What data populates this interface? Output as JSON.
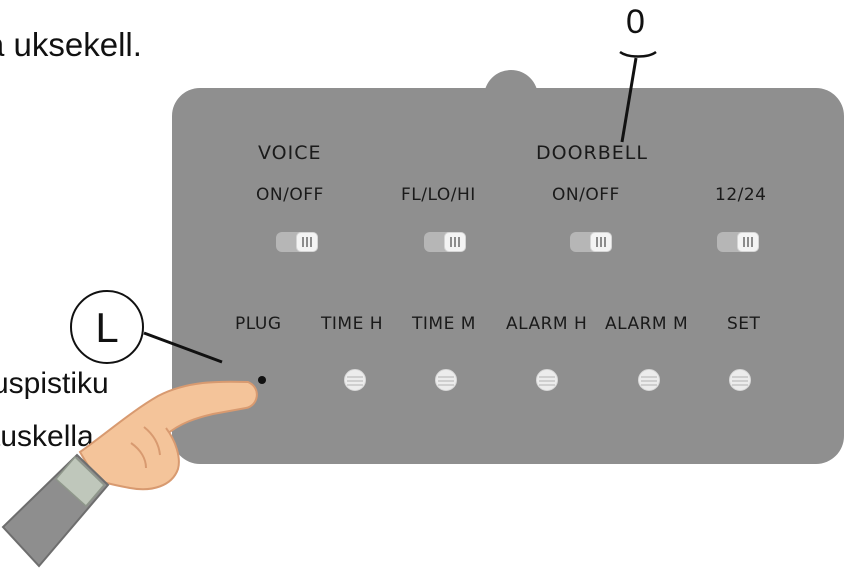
{
  "labels": {
    "top_left_text": "a uksekell.",
    "left_text_1": "uspistiku",
    "left_text_2": "tuskella"
  },
  "device": {
    "group_labels": {
      "voice": "VOICE",
      "doorbell": "DOORBELL"
    },
    "switches": [
      {
        "label": "ON/OFF"
      },
      {
        "label": "FL/LO/HI"
      },
      {
        "label": "ON/OFF"
      },
      {
        "label": "12/24"
      }
    ],
    "buttons": [
      {
        "label": "PLUG"
      },
      {
        "label": "TIME H"
      },
      {
        "label": "TIME M"
      },
      {
        "label": "ALARM H"
      },
      {
        "label": "ALARM M"
      },
      {
        "label": "SET"
      }
    ]
  },
  "callouts": {
    "l": "L",
    "zero": "0"
  },
  "colors": {
    "panel": "#8f8f8f",
    "skin": "#f4c49a",
    "sleeve": "#8e8e8e"
  }
}
